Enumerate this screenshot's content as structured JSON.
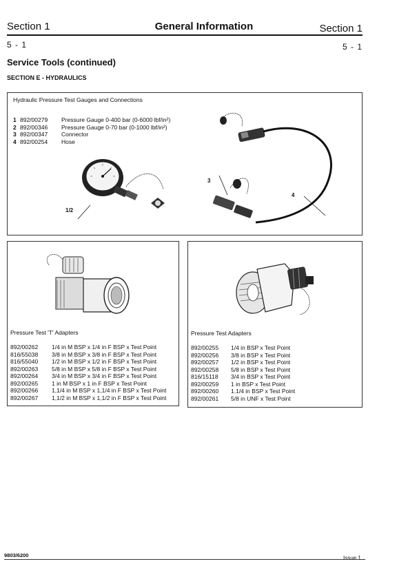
{
  "header": {
    "section_left": "Section 1",
    "title": "General Information",
    "section_right": "Section 1",
    "page_left": "5 - 1",
    "page_right": "5 - 1"
  },
  "page_title": "Service Tools (continued)",
  "section_subtitle": "SECTION E - HYDRAULICS",
  "panel_gauges": {
    "caption": "Hydraulic Pressure Test Gauges and Connections",
    "items": [
      {
        "num": "1",
        "code": "892/00279",
        "desc": "Pressure Gauge 0-400 bar (0-6000 lbf/in²)"
      },
      {
        "num": "2",
        "code": "892/00346",
        "desc": "Pressure Gauge 0-70 bar (0-1000 lbf/in²)"
      },
      {
        "num": "3",
        "code": "892/00347",
        "desc": "Connector"
      },
      {
        "num": "4",
        "code": "892/00254",
        "desc": "Hose"
      }
    ],
    "callouts": {
      "gauge": "1/2",
      "connector": "3",
      "hose": "4"
    }
  },
  "panel_t_adapters": {
    "caption": "Pressure Test 'T' Adapters",
    "items": [
      {
        "code": "892/00262",
        "desc": "1/4 in M BSP x 1/4 in F BSP x Test Point"
      },
      {
        "code": "816/55038",
        "desc": "3/8 in M BSP x 3/8 in F BSP x Test Point"
      },
      {
        "code": "816/55040",
        "desc": "1/2 in M BSP x 1/2 in F BSP x Test Point"
      },
      {
        "code": "892/00263",
        "desc": "5/8 in M BSP x 5/8 in F BSP x Test Point"
      },
      {
        "code": "892/00264",
        "desc": "3/4 in M BSP x 3/4 in F BSP x Test Point"
      },
      {
        "code": "892/00265",
        "desc": "1 in M BSP x 1 in F BSP x Test Point"
      },
      {
        "code": "892/00266",
        "desc": "1,1/4 in M BSP x 1,1/4 in F BSP x Test Point"
      },
      {
        "code": "892/00267",
        "desc": "1,1/2 in M BSP x 1,1/2 in F BSP x Test Point"
      }
    ]
  },
  "panel_adapters": {
    "caption": "Pressure Test Adapters",
    "items": [
      {
        "code": "892/00255",
        "desc": "1/4 in BSP x Test Point"
      },
      {
        "code": "892/00256",
        "desc": "3/8 in BSP x Test Point"
      },
      {
        "code": "892/00257",
        "desc": "1/2 in BSP x Test Point"
      },
      {
        "code": "892/00258",
        "desc": "5/8 in BSP x Test Point"
      },
      {
        "code": "816/15118",
        "desc": "3/4 in BSP x Test Point"
      },
      {
        "code": "892/00259",
        "desc": "1 in BSP x Test Point"
      },
      {
        "code": "892/00260",
        "desc": "1.1/4 in BSP x Test Point"
      },
      {
        "code": "892/00261",
        "desc": "5/8 in UNF x Test Point"
      }
    ]
  },
  "footer": {
    "doc_number": "9803/6200",
    "issue": "Issue 1"
  }
}
